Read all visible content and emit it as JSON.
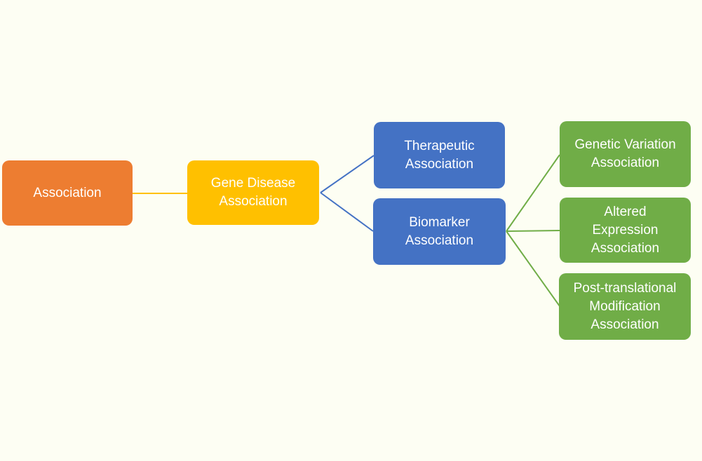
{
  "diagram": {
    "background_color": "#FDFEF3",
    "nodes": [
      {
        "id": "association",
        "label": "Association",
        "lines": [
          "Association"
        ],
        "color": "#ED7D31",
        "level": 1
      },
      {
        "id": "gene-disease-association",
        "label": "Gene Disease Association",
        "lines": [
          "Gene Disease",
          "Association"
        ],
        "color": "#FFC000",
        "level": 2
      },
      {
        "id": "therapeutic-association",
        "label": "Therapeutic Association",
        "lines": [
          "Therapeutic",
          "Association"
        ],
        "color": "#4472C4",
        "level": 3
      },
      {
        "id": "biomarker-association",
        "label": "Biomarker Association",
        "lines": [
          "Biomarker",
          "Association"
        ],
        "color": "#4472C4",
        "level": 3
      },
      {
        "id": "genetic-variation-association",
        "label": "Genetic Variation Association",
        "lines": [
          "Genetic Variation",
          "Association"
        ],
        "color": "#70AD47",
        "level": 4
      },
      {
        "id": "altered-expression-association",
        "label": "Altered Expression Association",
        "lines": [
          "Altered",
          "Expression",
          "Association"
        ],
        "color": "#70AD47",
        "level": 4
      },
      {
        "id": "post-translational-modification-association",
        "label": "Post-translational Modification Association",
        "lines": [
          "Post-translational",
          "Modification",
          "Association"
        ],
        "color": "#70AD47",
        "level": 4
      }
    ],
    "edges": [
      {
        "from": "association",
        "to": "gene-disease-association",
        "color": "#FFC000"
      },
      {
        "from": "gene-disease-association",
        "to": "therapeutic-association",
        "color": "#4472C4"
      },
      {
        "from": "gene-disease-association",
        "to": "biomarker-association",
        "color": "#4472C4"
      },
      {
        "from": "biomarker-association",
        "to": "genetic-variation-association",
        "color": "#70AD47"
      },
      {
        "from": "biomarker-association",
        "to": "altered-expression-association",
        "color": "#70AD47"
      },
      {
        "from": "biomarker-association",
        "to": "post-translational-modification-association",
        "color": "#70AD47"
      }
    ]
  }
}
